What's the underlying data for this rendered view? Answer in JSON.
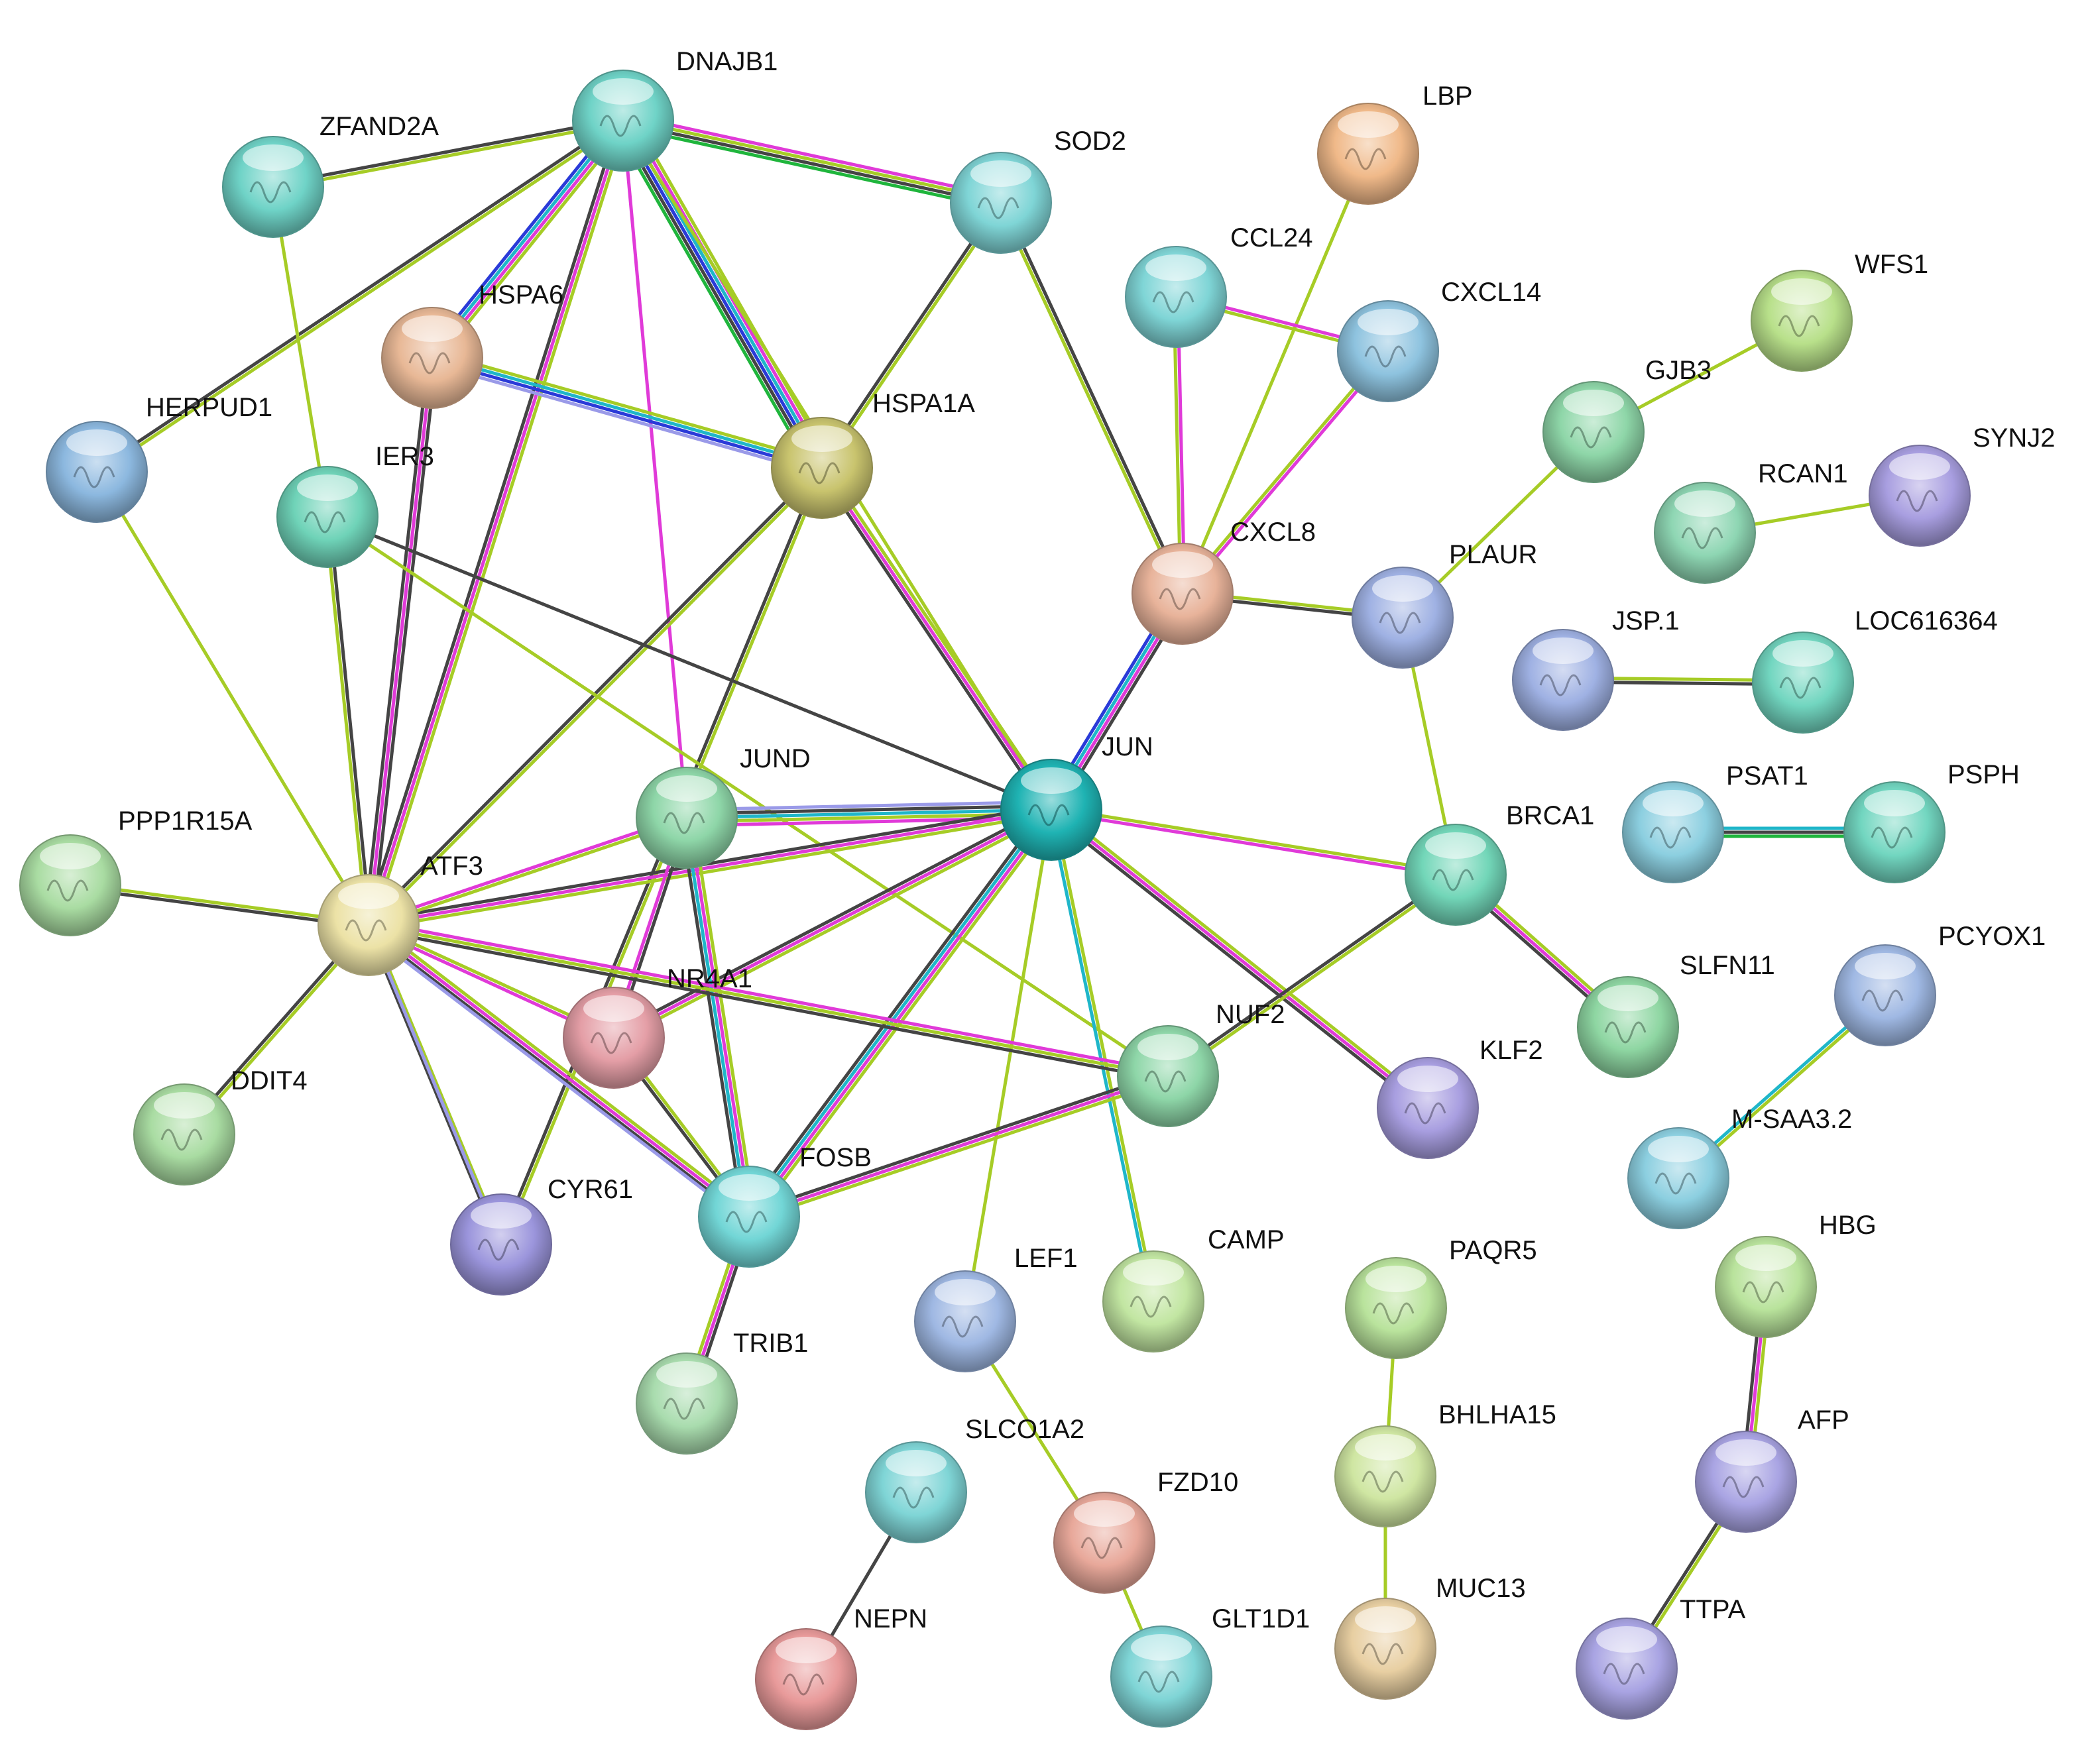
{
  "diagram": {
    "nodes": [
      {
        "id": "DNAJB1",
        "label": "DNAJB1",
        "color": "#6fd3c7"
      },
      {
        "id": "ZFAND2A",
        "label": "ZFAND2A",
        "color": "#6fd3c7"
      },
      {
        "id": "SOD2",
        "label": "SOD2",
        "color": "#7fd5d6"
      },
      {
        "id": "LBP",
        "label": "LBP",
        "color": "#f0b989"
      },
      {
        "id": "CCL24",
        "label": "CCL24",
        "color": "#7fd5d6"
      },
      {
        "id": "CXCL14",
        "label": "CXCL14",
        "color": "#8ec3df"
      },
      {
        "id": "WFS1",
        "label": "WFS1",
        "color": "#b8e08a"
      },
      {
        "id": "HSPA6",
        "label": "HSPA6",
        "color": "#e8b896"
      },
      {
        "id": "HSPA1A",
        "label": "HSPA1A",
        "color": "#c9c46e"
      },
      {
        "id": "GJB3",
        "label": "GJB3",
        "color": "#8ed6a8"
      },
      {
        "id": "SYNJ2",
        "label": "SYNJ2",
        "color": "#a89ee0"
      },
      {
        "id": "HERPUD1",
        "label": "HERPUD1",
        "color": "#8cb8df"
      },
      {
        "id": "IER3",
        "label": "IER3",
        "color": "#6fd3b8"
      },
      {
        "id": "RCAN1",
        "label": "RCAN1",
        "color": "#8ed6b3"
      },
      {
        "id": "CXCL8",
        "label": "CXCL8",
        "color": "#e8b39a"
      },
      {
        "id": "PLAUR",
        "label": "PLAUR",
        "color": "#9fb1e3"
      },
      {
        "id": "JSP1",
        "label": "JSP.1",
        "color": "#9fb1e3"
      },
      {
        "id": "LOC616364",
        "label": "LOC616364",
        "color": "#72d6c0"
      },
      {
        "id": "JUN",
        "label": "JUN",
        "color": "#1fb3b3"
      },
      {
        "id": "JUND",
        "label": "JUND",
        "color": "#8ed6a8"
      },
      {
        "id": "PSAT1",
        "label": "PSAT1",
        "color": "#8ccfe0"
      },
      {
        "id": "PSPH",
        "label": "PSPH",
        "color": "#72d6c0"
      },
      {
        "id": "PPP1R15A",
        "label": "PPP1R15A",
        "color": "#a9dca2"
      },
      {
        "id": "ATF3",
        "label": "ATF3",
        "color": "#ece2a6"
      },
      {
        "id": "BRCA1",
        "label": "BRCA1",
        "color": "#72d6b8"
      },
      {
        "id": "PCYOX1",
        "label": "PCYOX1",
        "color": "#9fb8e3"
      },
      {
        "id": "NR4A1",
        "label": "NR4A1",
        "color": "#e49ea6"
      },
      {
        "id": "SLFN11",
        "label": "SLFN11",
        "color": "#8ed6a2"
      },
      {
        "id": "NUF2",
        "label": "NUF2",
        "color": "#8ed6a8"
      },
      {
        "id": "KLF2",
        "label": "KLF2",
        "color": "#a89ee0"
      },
      {
        "id": "DDIT4",
        "label": "DDIT4",
        "color": "#a9dca2"
      },
      {
        "id": "MSAA32",
        "label": "M-SAA3.2",
        "color": "#8ccfe0"
      },
      {
        "id": "CYR61",
        "label": "CYR61",
        "color": "#9b95dc"
      },
      {
        "id": "FOSB",
        "label": "FOSB",
        "color": "#72d6d6"
      },
      {
        "id": "CAMP",
        "label": "CAMP",
        "color": "#c2e6a2"
      },
      {
        "id": "PAQR5",
        "label": "PAQR5",
        "color": "#b9e39c"
      },
      {
        "id": "HBG",
        "label": "HBG",
        "color": "#b9e39c"
      },
      {
        "id": "LEF1",
        "label": "LEF1",
        "color": "#9fb8e3"
      },
      {
        "id": "TRIB1",
        "label": "TRIB1",
        "color": "#a9dcae"
      },
      {
        "id": "BHLHA15",
        "label": "BHLHA15",
        "color": "#cfe6a2"
      },
      {
        "id": "AFP",
        "label": "AFP",
        "color": "#a9a4e3"
      },
      {
        "id": "SLCO1A2",
        "label": "SLCO1A2",
        "color": "#7fd5d6"
      },
      {
        "id": "FZD10",
        "label": "FZD10",
        "color": "#e8a89a"
      },
      {
        "id": "MUC13",
        "label": "MUC13",
        "color": "#e8cfa2"
      },
      {
        "id": "GLT1D1",
        "label": "GLT1D1",
        "color": "#7fd5d6"
      },
      {
        "id": "NEPN",
        "label": "NEPN",
        "color": "#e89a9a"
      },
      {
        "id": "TTPA",
        "label": "TTPA",
        "color": "#a9a4e3"
      }
    ],
    "edges": [
      {
        "a": "DNAJB1",
        "b": "ZFAND2A",
        "colors": [
          "#a6cc26",
          "#444444"
        ]
      },
      {
        "a": "DNAJB1",
        "b": "SOD2",
        "colors": [
          "#e03ad8",
          "#a6cc26",
          "#444444",
          "#1fb53c"
        ]
      },
      {
        "a": "DNAJB1",
        "b": "HSPA6",
        "colors": [
          "#a6cc26",
          "#e03ad8",
          "#1fb6c9",
          "#2a3ad8"
        ]
      },
      {
        "a": "DNAJB1",
        "b": "HSPA1A",
        "colors": [
          "#a6cc26",
          "#e03ad8",
          "#1fb6c9",
          "#2a3ad8",
          "#444444",
          "#1fb53c"
        ]
      },
      {
        "a": "DNAJB1",
        "b": "HERPUD1",
        "colors": [
          "#a6cc26",
          "#444444"
        ]
      },
      {
        "a": "DNAJB1",
        "b": "ATF3",
        "colors": [
          "#a6cc26",
          "#e03ad8",
          "#444444"
        ]
      },
      {
        "a": "DNAJB1",
        "b": "JUND",
        "colors": [
          "#e03ad8"
        ]
      },
      {
        "a": "DNAJB1",
        "b": "JUN",
        "colors": [
          "#a6cc26"
        ]
      },
      {
        "a": "ZFAND2A",
        "b": "IER3",
        "colors": [
          "#a6cc26"
        ]
      },
      {
        "a": "SOD2",
        "b": "HSPA1A",
        "colors": [
          "#a6cc26",
          "#444444"
        ]
      },
      {
        "a": "SOD2",
        "b": "CXCL8",
        "colors": [
          "#444444",
          "#a6cc26"
        ]
      },
      {
        "a": "LBP",
        "b": "CXCL8",
        "colors": [
          "#a6cc26"
        ]
      },
      {
        "a": "CCL24",
        "b": "CXCL14",
        "colors": [
          "#e03ad8",
          "#a6cc26"
        ]
      },
      {
        "a": "CCL24",
        "b": "CXCL8",
        "colors": [
          "#e03ad8",
          "#a6cc26"
        ]
      },
      {
        "a": "CXCL14",
        "b": "CXCL8",
        "colors": [
          "#e03ad8",
          "#a6cc26"
        ]
      },
      {
        "a": "GJB3",
        "b": "WFS1",
        "colors": [
          "#a6cc26"
        ]
      },
      {
        "a": "GJB3",
        "b": "PLAUR",
        "colors": [
          "#a6cc26"
        ]
      },
      {
        "a": "HSPA6",
        "b": "HSPA1A",
        "colors": [
          "#a6cc26",
          "#1fb6c9",
          "#2a3ad8",
          "#9a9ae8"
        ]
      },
      {
        "a": "HSPA6",
        "b": "ATF3",
        "colors": [
          "#444444",
          "#e03ad8",
          "#444444"
        ]
      },
      {
        "a": "HSPA1A",
        "b": "ATF3",
        "colors": [
          "#a6cc26",
          "#444444"
        ]
      },
      {
        "a": "HSPA1A",
        "b": "JUN",
        "colors": [
          "#a6cc26",
          "#e03ad8",
          "#444444"
        ]
      },
      {
        "a": "HSPA1A",
        "b": "CYR61",
        "colors": [
          "#a6cc26",
          "#444444"
        ]
      },
      {
        "a": "HERPUD1",
        "b": "ATF3",
        "colors": [
          "#a6cc26"
        ]
      },
      {
        "a": "IER3",
        "b": "ATF3",
        "colors": [
          "#444444",
          "#a6cc26"
        ]
      },
      {
        "a": "IER3",
        "b": "JUN",
        "colors": [
          "#444444"
        ]
      },
      {
        "a": "IER3",
        "b": "NUF2",
        "colors": [
          "#a6cc26"
        ]
      },
      {
        "a": "RCAN1",
        "b": "SYNJ2",
        "colors": [
          "#a6cc26"
        ]
      },
      {
        "a": "CXCL8",
        "b": "PLAUR",
        "colors": [
          "#a6cc26",
          "#444444"
        ]
      },
      {
        "a": "CXCL8",
        "b": "JUN",
        "colors": [
          "#444444",
          "#e03ad8",
          "#1fb6c9",
          "#2a3ad8"
        ]
      },
      {
        "a": "PLAUR",
        "b": "BRCA1",
        "colors": [
          "#a6cc26"
        ]
      },
      {
        "a": "JSP1",
        "b": "LOC616364",
        "colors": [
          "#a6cc26",
          "#444444"
        ]
      },
      {
        "a": "PSAT1",
        "b": "PSPH",
        "colors": [
          "#1fb6c9",
          "#444444",
          "#1fb53c"
        ]
      },
      {
        "a": "JUN",
        "b": "JUND",
        "colors": [
          "#e03ad8",
          "#a6cc26",
          "#1fb6c9",
          "#444444",
          "#9a9ae8"
        ]
      },
      {
        "a": "JUN",
        "b": "ATF3",
        "colors": [
          "#a6cc26",
          "#e03ad8",
          "#444444"
        ]
      },
      {
        "a": "JUN",
        "b": "BRCA1",
        "colors": [
          "#a6cc26",
          "#e03ad8"
        ]
      },
      {
        "a": "JUN",
        "b": "KLF2",
        "colors": [
          "#a6cc26",
          "#e03ad8",
          "#444444"
        ]
      },
      {
        "a": "JUN",
        "b": "NR4A1",
        "colors": [
          "#a6cc26",
          "#e03ad8",
          "#444444"
        ]
      },
      {
        "a": "JUN",
        "b": "FOSB",
        "colors": [
          "#a6cc26",
          "#e03ad8",
          "#1fb6c9",
          "#444444"
        ]
      },
      {
        "a": "JUN",
        "b": "CAMP",
        "colors": [
          "#a6cc26",
          "#1fb6c9"
        ]
      },
      {
        "a": "JUN",
        "b": "LEF1",
        "colors": [
          "#a6cc26"
        ]
      },
      {
        "a": "JUND",
        "b": "ATF3",
        "colors": [
          "#a6cc26",
          "#e03ad8"
        ]
      },
      {
        "a": "JUND",
        "b": "NR4A1",
        "colors": [
          "#444444",
          "#e03ad8"
        ]
      },
      {
        "a": "JUND",
        "b": "FOSB",
        "colors": [
          "#a6cc26",
          "#e03ad8",
          "#1fb6c9",
          "#444444"
        ]
      },
      {
        "a": "PPP1R15A",
        "b": "ATF3",
        "colors": [
          "#a6cc26",
          "#444444"
        ]
      },
      {
        "a": "ATF3",
        "b": "NR4A1",
        "colors": [
          "#a6cc26",
          "#e03ad8"
        ]
      },
      {
        "a": "ATF3",
        "b": "NUF2",
        "colors": [
          "#e03ad8",
          "#a6cc26",
          "#444444"
        ]
      },
      {
        "a": "ATF3",
        "b": "FOSB",
        "colors": [
          "#a6cc26",
          "#e03ad8",
          "#444444"
        ]
      },
      {
        "a": "ATF3",
        "b": "DDIT4",
        "colors": [
          "#a6cc26",
          "#444444"
        ]
      },
      {
        "a": "ATF3",
        "b": "CYR61",
        "colors": [
          "#a6cc26",
          "#444444"
        ]
      },
      {
        "a": "ATF3",
        "b": "CYR61x",
        "colors": [
          "#9a9ae8"
        ]
      },
      {
        "a": "BRCA1",
        "b": "NUF2",
        "colors": [
          "#a6cc26",
          "#444444"
        ]
      },
      {
        "a": "BRCA1",
        "b": "SLFN11",
        "colors": [
          "#a6cc26",
          "#e03ad8",
          "#444444"
        ]
      },
      {
        "a": "NR4A1",
        "b": "FOSB",
        "colors": [
          "#a6cc26",
          "#444444"
        ]
      },
      {
        "a": "NUF2",
        "b": "FOSB",
        "colors": [
          "#a6cc26",
          "#e03ad8",
          "#444444"
        ]
      },
      {
        "a": "PCYOX1",
        "b": "MSAA32",
        "colors": [
          "#a6cc26",
          "#1fb6c9"
        ]
      },
      {
        "a": "FOSB",
        "b": "TRIB1",
        "colors": [
          "#444444",
          "#e03ad8",
          "#a6cc26"
        ]
      },
      {
        "a": "PAQR5",
        "b": "BHLHA15",
        "colors": [
          "#a6cc26"
        ]
      },
      {
        "a": "BHLHA15",
        "b": "MUC13",
        "colors": [
          "#a6cc26"
        ]
      },
      {
        "a": "HBG",
        "b": "AFP",
        "colors": [
          "#a6cc26",
          "#e03ad8",
          "#444444"
        ]
      },
      {
        "a": "AFP",
        "b": "TTPA",
        "colors": [
          "#a6cc26",
          "#444444"
        ]
      },
      {
        "a": "LEF1",
        "b": "FZD10",
        "colors": [
          "#a6cc26"
        ]
      },
      {
        "a": "FZD10",
        "b": "GLT1D1",
        "colors": [
          "#a6cc26"
        ]
      },
      {
        "a": "SLCO1A2",
        "b": "NEPN",
        "colors": [
          "#444444"
        ]
      }
    ]
  }
}
